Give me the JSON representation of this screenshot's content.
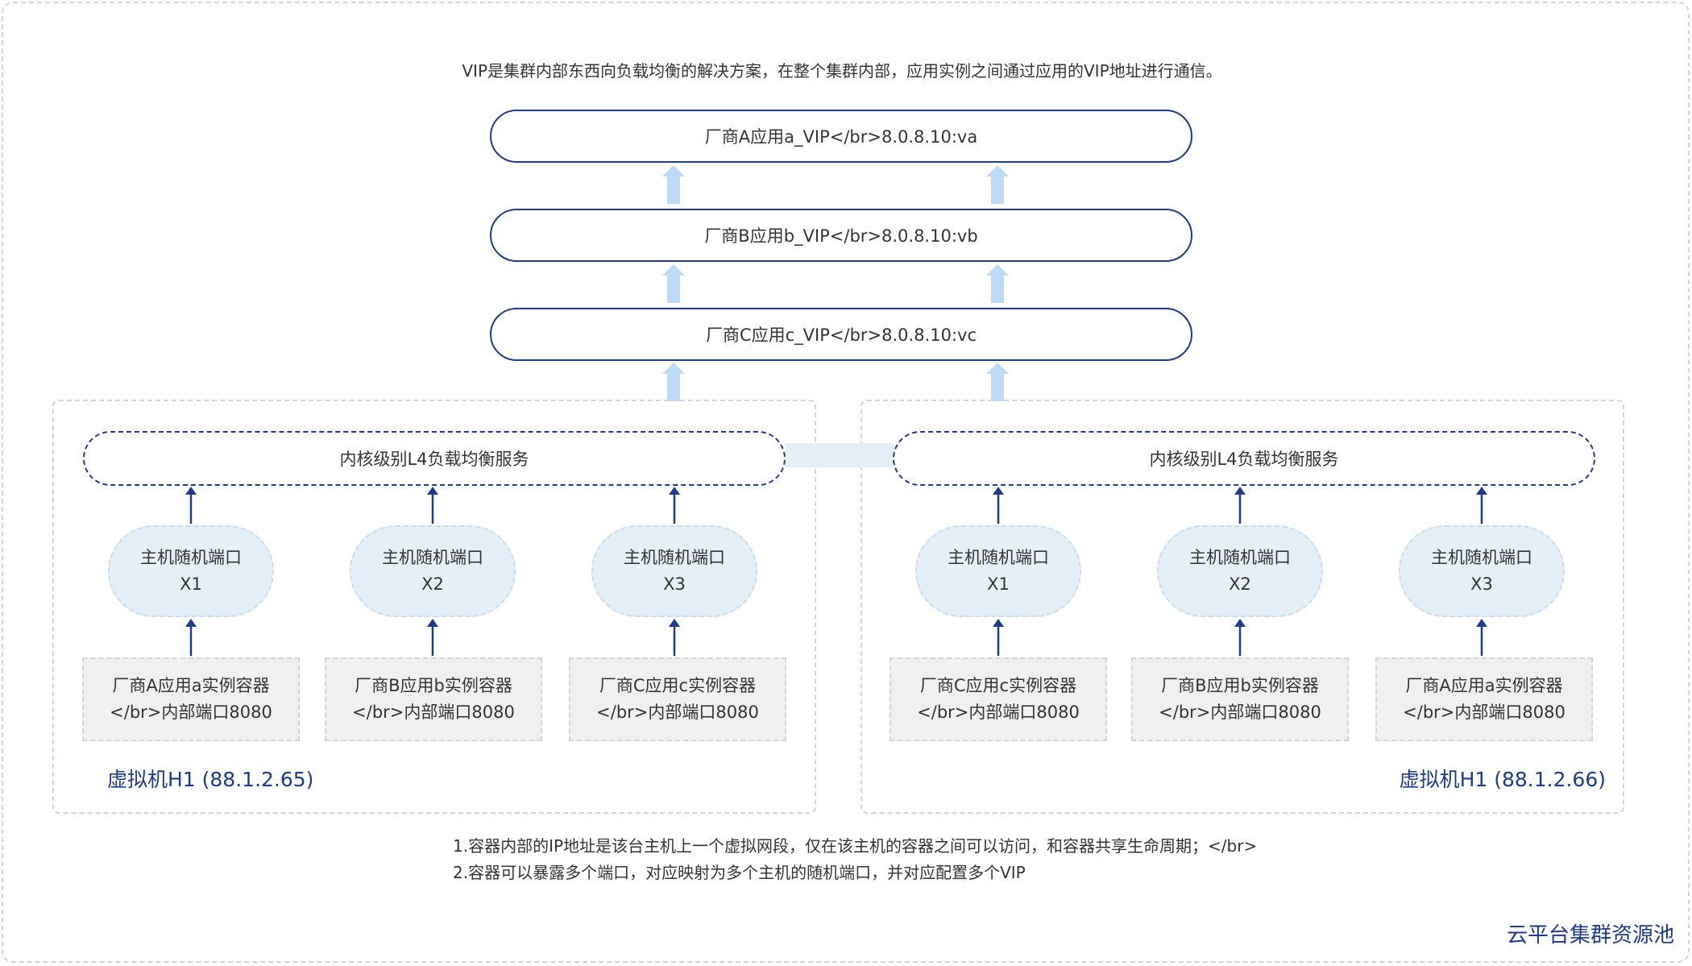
{
  "intro": "VIP是集群内部东西向负载均衡的解决方案，在整个集群内部，应用实例之间通过应用的VIP地址进行通信。",
  "vips": [
    "厂商A应用a_VIP</br>8.0.8.10:va",
    "厂商B应用b_VIP</br>8.0.8.10:vb",
    "厂商C应用c_VIP</br>8.0.8.10:vc"
  ],
  "hosts": [
    {
      "lb": "内核级别L4负载均衡服务",
      "vm": "虚拟机H1 (88.1.2.65)",
      "ports": [
        {
          "line1": "主机随机端口",
          "line2": "X1"
        },
        {
          "line1": "主机随机端口",
          "line2": "X2"
        },
        {
          "line1": "主机随机端口",
          "line2": "X3"
        }
      ],
      "containers": [
        {
          "line1": "厂商A应用a实例容器",
          "line2": "</br>内部端口8080"
        },
        {
          "line1": "厂商B应用b实例容器",
          "line2": "</br>内部端口8080"
        },
        {
          "line1": "厂商C应用c实例容器",
          "line2": "</br>内部端口8080"
        }
      ]
    },
    {
      "lb": "内核级别L4负载均衡服务",
      "vm": "虚拟机H1 (88.1.2.66)",
      "ports": [
        {
          "line1": "主机随机端口",
          "line2": "X1"
        },
        {
          "line1": "主机随机端口",
          "line2": "X2"
        },
        {
          "line1": "主机随机端口",
          "line2": "X3"
        }
      ],
      "containers": [
        {
          "line1": "厂商C应用c实例容器",
          "line2": "</br>内部端口8080"
        },
        {
          "line1": "厂商B应用b实例容器",
          "line2": "</br>内部端口8080"
        },
        {
          "line1": "厂商A应用a实例容器",
          "line2": "</br>内部端口8080"
        }
      ]
    }
  ],
  "notes": [
    "1.容器内部的IP地址是该台主机上一个虚拟网段，仅在该主机的容器之间可以访问，和容器共享生命周期；</br>",
    "2.容器可以暴露多个端口，对应映射为多个主机的随机端口，并对应配置多个VIP"
  ],
  "pool_label": "云平台集群资源池",
  "colors": {
    "navy": "#1e3a8a",
    "light_blue_arrow": "#bcd9f5",
    "port_fill": "#e4eff8",
    "container_fill": "#f0f0f0",
    "dashed_gray": "#d4d4d4"
  }
}
